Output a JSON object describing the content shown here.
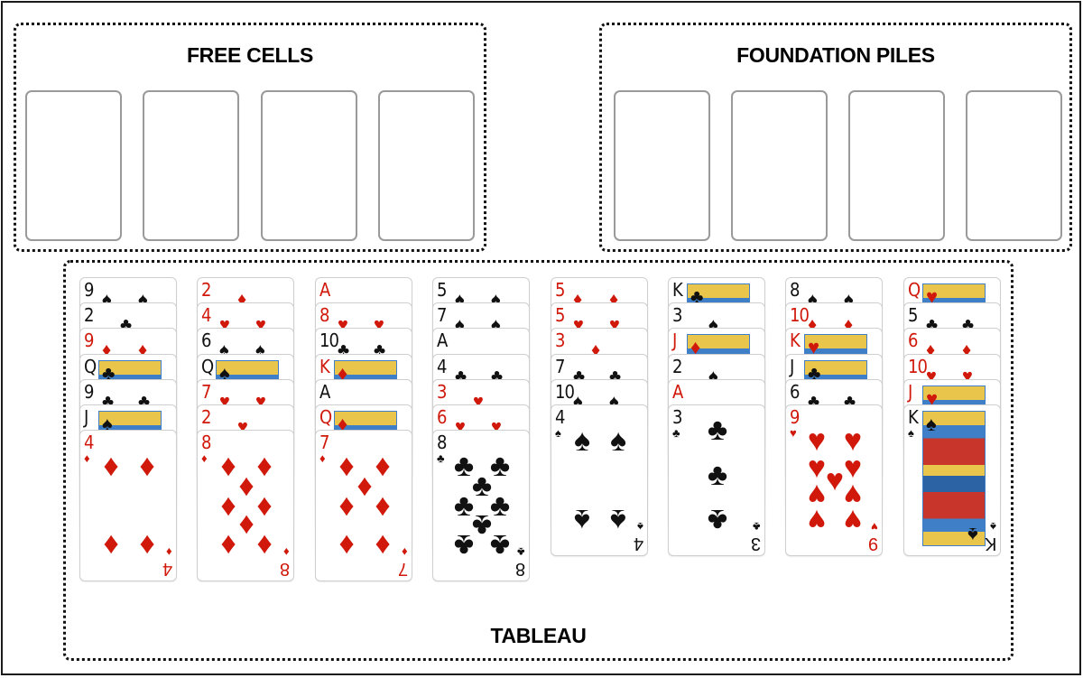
{
  "free_cells": {
    "title": "FREE CELLS",
    "slots": [
      {
        "card": null
      },
      {
        "card": null
      },
      {
        "card": null
      },
      {
        "card": null
      }
    ]
  },
  "foundation": {
    "title": "FOUNDATION PILES",
    "slots": [
      {
        "card": null
      },
      {
        "card": null
      },
      {
        "card": null
      },
      {
        "card": null
      }
    ]
  },
  "tableau": {
    "title": "TABLEAU",
    "columns": [
      [
        {
          "rank": "9",
          "suit": "spades"
        },
        {
          "rank": "2",
          "suit": "clubs"
        },
        {
          "rank": "9",
          "suit": "diamonds"
        },
        {
          "rank": "Q",
          "suit": "clubs"
        },
        {
          "rank": "9",
          "suit": "clubs"
        },
        {
          "rank": "J",
          "suit": "spades"
        },
        {
          "rank": "4",
          "suit": "diamonds"
        }
      ],
      [
        {
          "rank": "2",
          "suit": "diamonds"
        },
        {
          "rank": "4",
          "suit": "hearts"
        },
        {
          "rank": "6",
          "suit": "spades"
        },
        {
          "rank": "Q",
          "suit": "spades"
        },
        {
          "rank": "7",
          "suit": "hearts"
        },
        {
          "rank": "2",
          "suit": "hearts"
        },
        {
          "rank": "8",
          "suit": "diamonds"
        }
      ],
      [
        {
          "rank": "A",
          "suit": "diamonds"
        },
        {
          "rank": "8",
          "suit": "hearts"
        },
        {
          "rank": "10",
          "suit": "clubs"
        },
        {
          "rank": "K",
          "suit": "diamonds"
        },
        {
          "rank": "A",
          "suit": "clubs"
        },
        {
          "rank": "Q",
          "suit": "diamonds"
        },
        {
          "rank": "7",
          "suit": "diamonds"
        }
      ],
      [
        {
          "rank": "5",
          "suit": "spades"
        },
        {
          "rank": "7",
          "suit": "spades"
        },
        {
          "rank": "A",
          "suit": "spades"
        },
        {
          "rank": "4",
          "suit": "clubs"
        },
        {
          "rank": "3",
          "suit": "hearts"
        },
        {
          "rank": "6",
          "suit": "hearts"
        },
        {
          "rank": "8",
          "suit": "clubs"
        }
      ],
      [
        {
          "rank": "5",
          "suit": "diamonds"
        },
        {
          "rank": "5",
          "suit": "hearts"
        },
        {
          "rank": "3",
          "suit": "diamonds"
        },
        {
          "rank": "7",
          "suit": "clubs"
        },
        {
          "rank": "10",
          "suit": "spades"
        },
        {
          "rank": "4",
          "suit": "spades"
        }
      ],
      [
        {
          "rank": "K",
          "suit": "clubs"
        },
        {
          "rank": "3",
          "suit": "spades"
        },
        {
          "rank": "J",
          "suit": "diamonds"
        },
        {
          "rank": "2",
          "suit": "spades"
        },
        {
          "rank": "A",
          "suit": "hearts"
        },
        {
          "rank": "3",
          "suit": "clubs"
        }
      ],
      [
        {
          "rank": "8",
          "suit": "spades"
        },
        {
          "rank": "10",
          "suit": "diamonds"
        },
        {
          "rank": "K",
          "suit": "hearts"
        },
        {
          "rank": "J",
          "suit": "clubs"
        },
        {
          "rank": "6",
          "suit": "clubs"
        },
        {
          "rank": "9",
          "suit": "hearts"
        }
      ],
      [
        {
          "rank": "Q",
          "suit": "hearts"
        },
        {
          "rank": "5",
          "suit": "clubs"
        },
        {
          "rank": "6",
          "suit": "diamonds"
        },
        {
          "rank": "10",
          "suit": "hearts"
        },
        {
          "rank": "J",
          "suit": "hearts"
        },
        {
          "rank": "K",
          "suit": "spades"
        }
      ]
    ]
  },
  "suit_glyphs": {
    "spades": "♠",
    "hearts": "♥",
    "diamonds": "♦",
    "clubs": "♣"
  },
  "colors": {
    "red_suit": "#d0180b",
    "black_suit": "#111111",
    "zone_border": "#111111",
    "slot_border": "#9a9a9a"
  }
}
